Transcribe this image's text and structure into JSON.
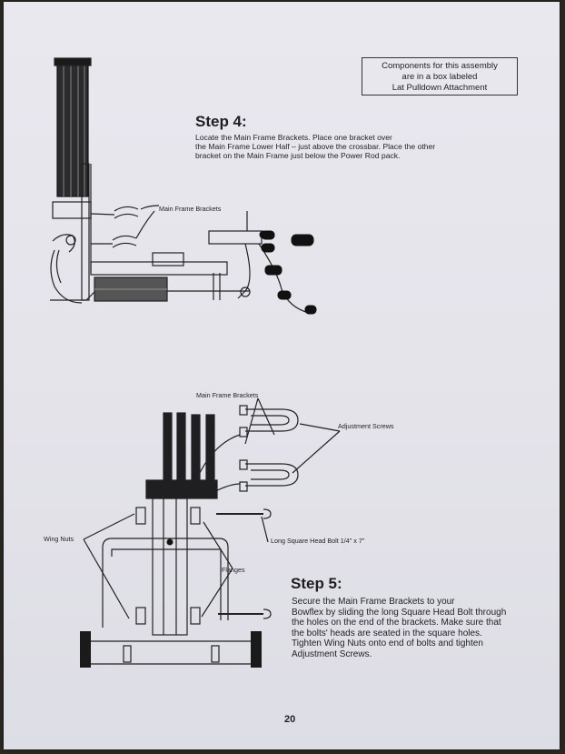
{
  "note_box": {
    "lines": [
      "Components for this assembly",
      "are in a box labeled",
      "Lat Pulldown Attachment"
    ]
  },
  "step4": {
    "title": "Step 4:",
    "lines": [
      "Locate the Main Frame Brackets. Place one bracket over",
      "the Main Frame Lower Half – just above the crossbar. Place the other",
      "bracket on the Main Frame just below the Power Rod pack."
    ],
    "callout": "Main Frame Brackets"
  },
  "diagram2": {
    "labels": {
      "main_frame_brackets": "Main Frame Brackets",
      "adjustment_screws": "Adjustment Screws",
      "wing_nuts": "Wing Nuts",
      "long_bolt": "Long Square Head Bolt 1/4\" x 7\"",
      "flanges": "Flanges"
    }
  },
  "step5": {
    "title": "Step 5:",
    "lines": [
      "Secure the Main Frame Brackets to your",
      "Bowflex by sliding the long Square Head Bolt through",
      "the holes on the end of the brackets. Make sure that",
      "the bolts' heads are seated in the square holes.",
      "Tighten Wing Nuts onto end of bolts and tighten",
      "Adjustment Screws."
    ]
  },
  "page_number": "20"
}
